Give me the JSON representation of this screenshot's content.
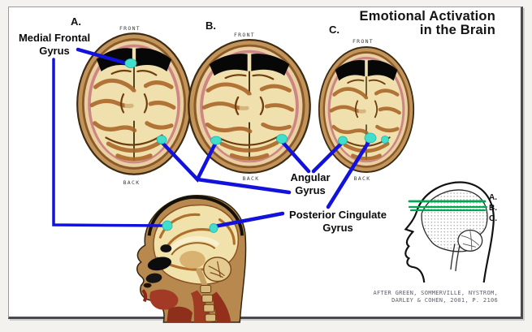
{
  "header": {
    "title_line1": "Emotional Activation",
    "title_line2": "in the Brain"
  },
  "slices": [
    {
      "label": "A.",
      "front": "FRONT",
      "back": "BACK"
    },
    {
      "label": "B.",
      "front": "FRONT",
      "back": "BACK"
    },
    {
      "label": "C.",
      "front": "FRONT",
      "back": "BACK"
    }
  ],
  "annotations": {
    "medial_frontal": {
      "line1": "Medial Frontal",
      "line2": "Gyrus"
    },
    "angular": {
      "line1": "Angular",
      "line2": "Gyrus"
    },
    "posterior_cingulate": {
      "line1": "Posterior Cingulate",
      "line2": "Gyrus"
    }
  },
  "level_indicator": {
    "a": "A.",
    "b": "B.",
    "c": "C."
  },
  "citation": {
    "line1": "AFTER GREEN, SOMMERVILLE, NYSTROM,",
    "line2": "DARLEY & COHEN, 2001, P. 2106"
  },
  "colors": {
    "annotation_line": "#1212dc",
    "activation_marker": "#43ddcc",
    "slice_level_line": "#00a651"
  }
}
